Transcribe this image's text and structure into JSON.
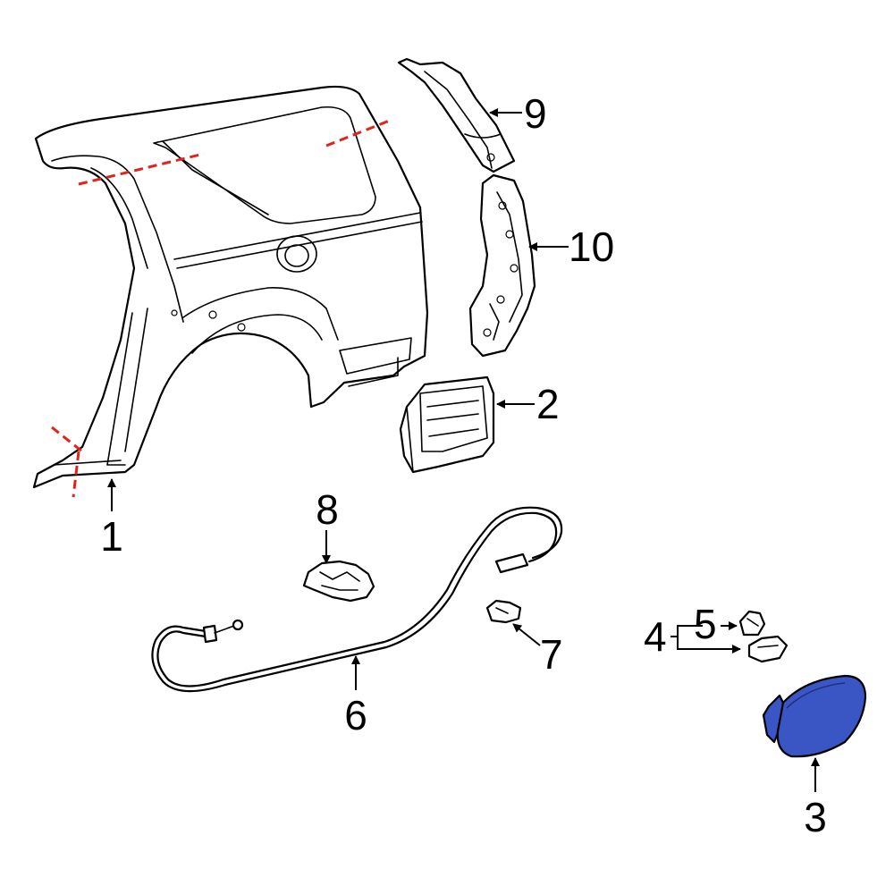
{
  "callouts": [
    {
      "id": "1",
      "label": "1"
    },
    {
      "id": "2",
      "label": "2"
    },
    {
      "id": "3",
      "label": "3"
    },
    {
      "id": "4",
      "label": "4"
    },
    {
      "id": "5",
      "label": "5"
    },
    {
      "id": "6",
      "label": "6"
    },
    {
      "id": "7",
      "label": "7"
    },
    {
      "id": "8",
      "label": "8"
    },
    {
      "id": "9",
      "label": "9"
    },
    {
      "id": "10",
      "label": "10"
    }
  ],
  "colors": {
    "line": "#000000",
    "cut_line": "#e0241b",
    "highlight": "#3a55c4",
    "background": "#ffffff"
  },
  "highlighted_part": "3"
}
